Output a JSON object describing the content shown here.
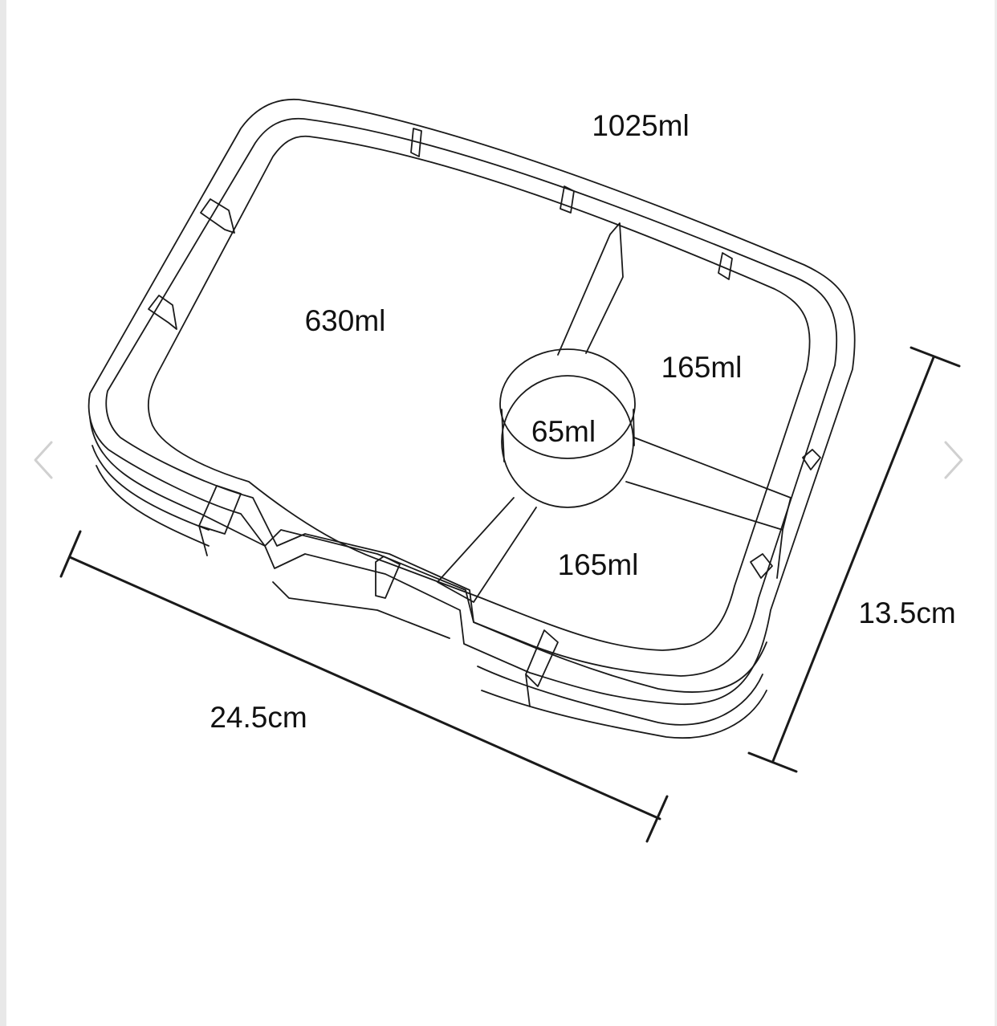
{
  "diagram": {
    "capacity_total": "1025ml",
    "capacity_large": "630ml",
    "capacity_right_upper": "165ml",
    "capacity_dip": "65ml",
    "capacity_right_lower": "165ml",
    "length": "24.5cm",
    "width": "13.5cm"
  },
  "icons": {
    "prev": "chevron-left-icon",
    "next": "chevron-right-icon"
  },
  "colors": {
    "line": "#1a1a1a",
    "nav_arrow": "#d0d0d0"
  }
}
